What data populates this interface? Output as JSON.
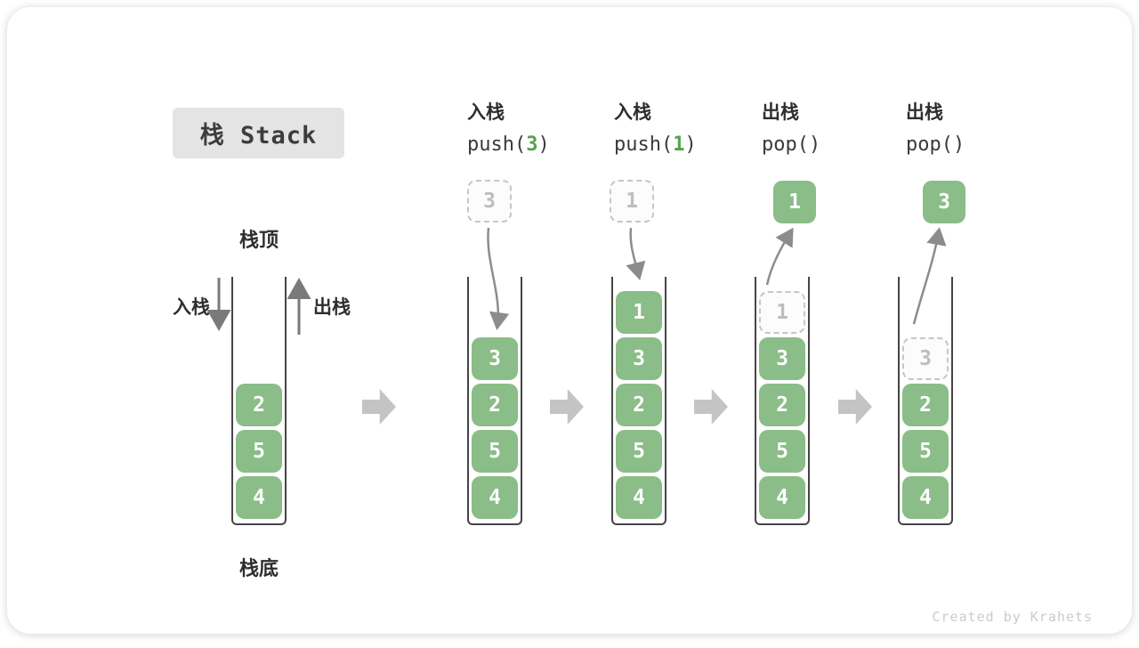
{
  "title": "栈 Stack",
  "watermark": "Created by Krahets",
  "labels": {
    "stack_top": "栈顶",
    "stack_bottom": "栈底",
    "push": "入栈",
    "pop": "出栈"
  },
  "operations": [
    {
      "kind": "入栈",
      "code": {
        "prefix": "push(",
        "arg": "3",
        "suffix": ")"
      },
      "floating": {
        "value": "3",
        "style": "dashed"
      }
    },
    {
      "kind": "入栈",
      "code": {
        "prefix": "push(",
        "arg": "1",
        "suffix": ")"
      },
      "floating": {
        "value": "1",
        "style": "dashed"
      }
    },
    {
      "kind": "出栈",
      "code": {
        "prefix": "pop(",
        "arg": "",
        "suffix": ")"
      },
      "floating": {
        "value": "1",
        "style": "solid"
      }
    },
    {
      "kind": "出栈",
      "code": {
        "prefix": "pop(",
        "arg": "",
        "suffix": ")"
      },
      "floating": {
        "value": "3",
        "style": "solid"
      }
    }
  ],
  "stacks": [
    {
      "cells": [
        {
          "value": "2",
          "style": "solid"
        },
        {
          "value": "5",
          "style": "solid"
        },
        {
          "value": "4",
          "style": "solid"
        }
      ]
    },
    {
      "cells": [
        {
          "value": "3",
          "style": "solid"
        },
        {
          "value": "2",
          "style": "solid"
        },
        {
          "value": "5",
          "style": "solid"
        },
        {
          "value": "4",
          "style": "solid"
        }
      ]
    },
    {
      "cells": [
        {
          "value": "1",
          "style": "solid"
        },
        {
          "value": "3",
          "style": "solid"
        },
        {
          "value": "2",
          "style": "solid"
        },
        {
          "value": "5",
          "style": "solid"
        },
        {
          "value": "4",
          "style": "solid"
        }
      ]
    },
    {
      "cells": [
        {
          "value": "1",
          "style": "dashed"
        },
        {
          "value": "3",
          "style": "solid"
        },
        {
          "value": "2",
          "style": "solid"
        },
        {
          "value": "5",
          "style": "solid"
        },
        {
          "value": "4",
          "style": "solid"
        }
      ]
    },
    {
      "cells": [
        {
          "value": "3",
          "style": "dashed"
        },
        {
          "value": "2",
          "style": "solid"
        },
        {
          "value": "5",
          "style": "solid"
        },
        {
          "value": "4",
          "style": "solid"
        }
      ]
    }
  ],
  "colors": {
    "cell_green": "#8ABD88",
    "code_arg_green": "#55A24E",
    "title_bg": "#E4E4E4",
    "curve_arrow_gray": "#8C8C8C",
    "straight_arrow_gray": "#7A7A7A",
    "flow_arrow_gray": "#C4C4C4"
  }
}
